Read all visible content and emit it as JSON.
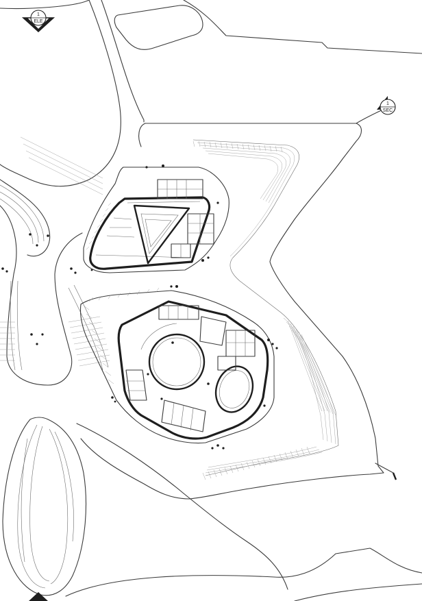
{
  "drawing": {
    "type": "architectural-floor-plan",
    "colors": {
      "background": "#ffffff",
      "linework": "#3a3a3a",
      "walls": "#1e1e1e"
    }
  },
  "markers": {
    "elevation": {
      "number": "1",
      "label": "ELE",
      "icon": "elevation-marker-icon"
    },
    "section": {
      "number": "1",
      "label": "SEC",
      "icon": "section-marker-icon"
    },
    "bottom": {
      "icon": "elevation-marker-bottom-icon"
    }
  }
}
